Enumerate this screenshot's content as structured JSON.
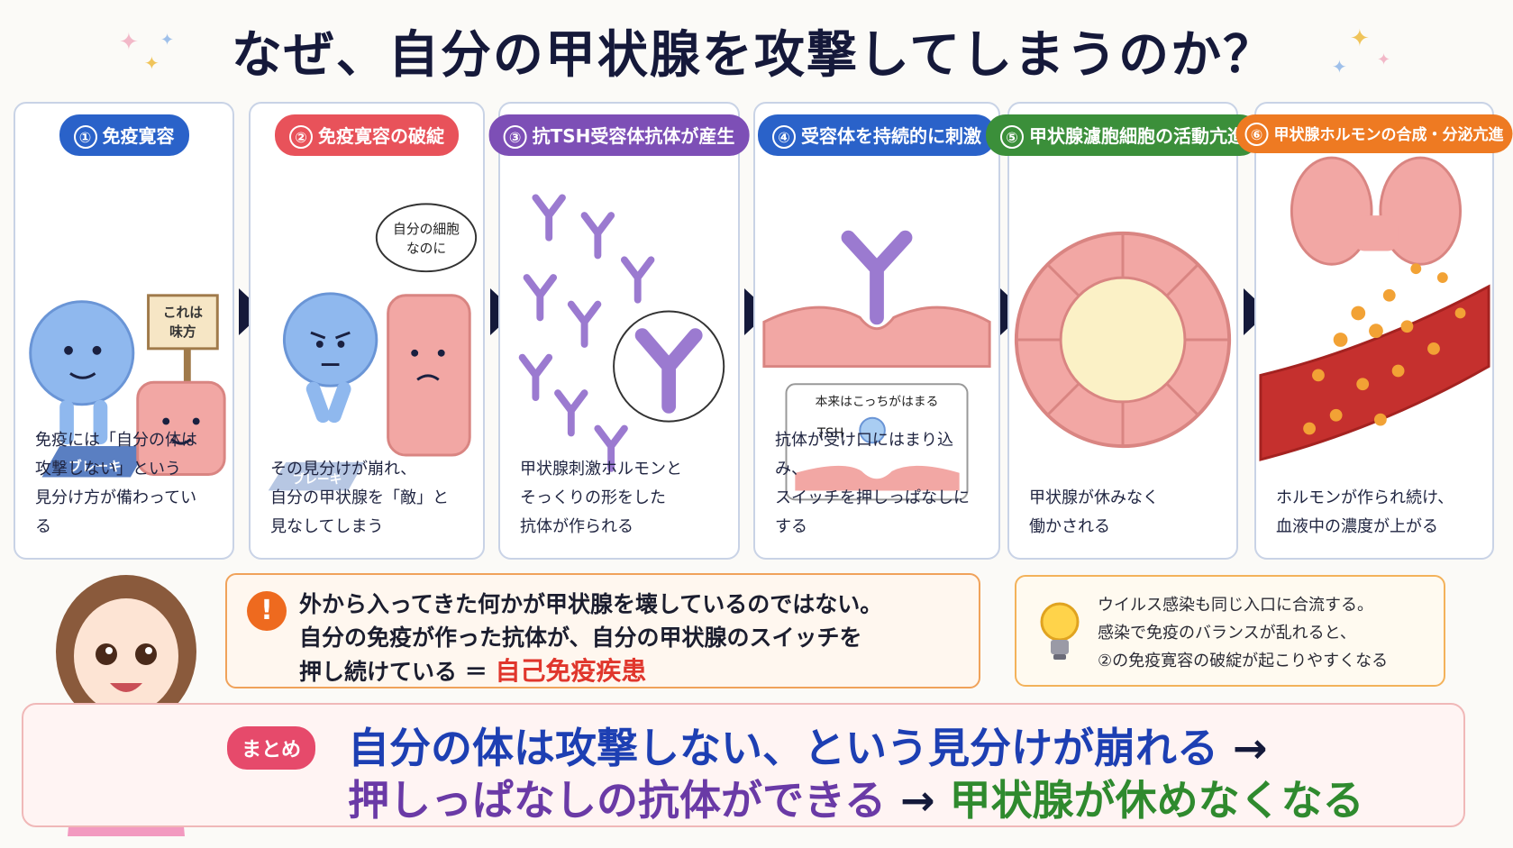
{
  "title": "なぜ、自分の甲状腺を攻撃してしまうのか？",
  "steps": [
    {
      "num": "①",
      "label": "免疫寛容",
      "color": "#2a62c9",
      "caption": [
        "免疫には「自分の体は",
        "攻撃しない」という",
        "見分け方が備わっている"
      ],
      "sign": [
        "これは",
        "味方"
      ],
      "brake": "ブレーキ"
    },
    {
      "num": "②",
      "label": "免疫寛容の破綻",
      "color": "#e8525a",
      "caption": [
        "その見分けが崩れ、",
        "自分の甲状腺を「敵」と",
        "見なしてしまう"
      ],
      "bubble": [
        "自分の細胞",
        "なのに"
      ],
      "brake": "ブレーキ"
    },
    {
      "num": "③",
      "label": "抗TSH受容体抗体が産生",
      "color": "#7d4fb6",
      "caption": [
        "甲状腺刺激ホルモンと",
        "そっくりの形をした",
        "抗体が作られる"
      ]
    },
    {
      "num": "④",
      "label": "受容体を持続的に刺激",
      "color": "#2a62c9",
      "caption": [
        "抗体が受け口にはまり込み、",
        "スイッチを押しっぱなしにする"
      ],
      "inset_title": "本来はこっちがはまる",
      "inset_label": "TSH"
    },
    {
      "num": "⑤",
      "label": "甲状腺濾胞細胞の活動亢進",
      "color": "#3b8f3a",
      "caption": [
        "甲状腺が休みなく",
        "働かされる"
      ]
    },
    {
      "num": "⑥",
      "label": "甲状腺ホルモンの合成・分泌亢進",
      "color": "#ee7a22",
      "caption": [
        "ホルモンが作られ続け、",
        "血液中の濃度が上がる"
      ]
    }
  ],
  "warning": {
    "icon": "exclamation-icon",
    "line1": "外から入ってきた何かが甲状腺を壊しているのではない。",
    "line2": "自分の免疫が作った抗体が、自分の甲状腺のスイッチを",
    "line3_prefix": "押し続けている ＝ ",
    "line3_highlight": "自己免疫疾患"
  },
  "hint": {
    "icon": "lightbulb-icon",
    "line1": "ウイルス感染も同じ入口に合流する。",
    "line2": "感染で免疫のバランスが乱れると、",
    "line3": "②の免疫寛容の破綻が起こりやすくなる"
  },
  "summary": {
    "badge": "まとめ",
    "line1": "自分の体は攻撃しない、という見分けが崩れる",
    "arrow": "→",
    "line2a": "押しっぱなしの抗体ができる",
    "line2b": "甲状腺が休めなくなる"
  },
  "colors": {
    "immune_cell": "#8fb8ee",
    "thyroid_cell": "#f2a7a4",
    "antibody": "#9b7ad0",
    "hormone": "#f2a235"
  }
}
